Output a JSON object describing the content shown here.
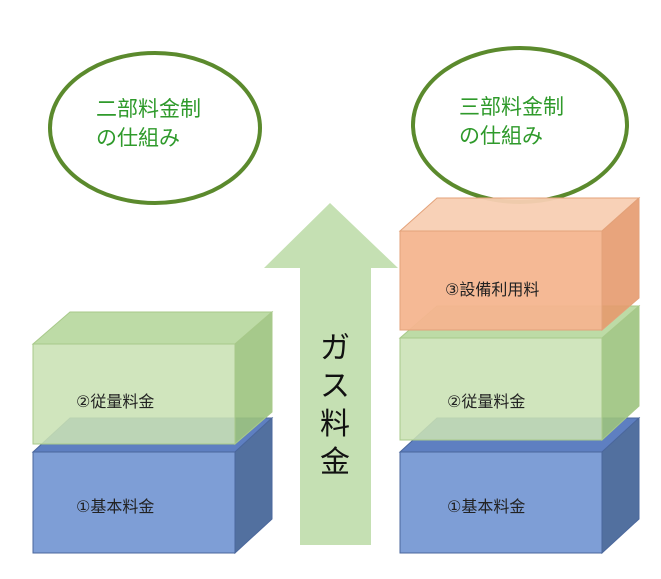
{
  "left_scheme": {
    "title_line1": "二部料金制",
    "title_line2": "の仕組み",
    "blocks": {
      "usage_charge": "②従量料金",
      "basic_charge": "①基本料金"
    }
  },
  "right_scheme": {
    "title_line1": "三部料金制",
    "title_line2": "の仕組み",
    "blocks": {
      "facility_charge": "③設備利用料",
      "usage_charge": "②従量料金",
      "basic_charge": "①基本料金"
    }
  },
  "arrow": {
    "label_chars": [
      "ガ",
      "ス",
      "料",
      "金"
    ]
  },
  "colors": {
    "ellipse_stroke": "#5b8a2d",
    "ellipse_text": "#2f9a2b",
    "green_front": "#c9e1b4",
    "green_top": "#b6d79c",
    "green_side": "#9cc37e",
    "blue_front": "#7e9ed6",
    "blue_top": "#5e7fc1",
    "blue_side": "#52709f",
    "orange_front": "#f4b58f",
    "orange_top": "#f8cfb3",
    "orange_side": "#e69a6e",
    "arrow_fill": "#c5e0b3"
  }
}
